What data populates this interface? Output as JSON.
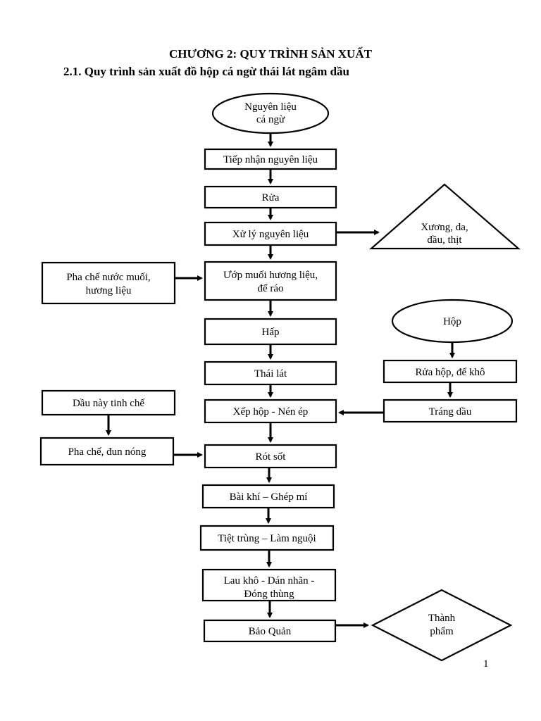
{
  "document": {
    "chapter_title": "CHƯƠNG 2: QUY TRÌNH SẢN XUẤT",
    "section_title": "2.1. Quy trình sản xuất đồ hộp cá ngừ thái lát ngâm dầu",
    "page_number": "1"
  },
  "flowchart": {
    "raw_material": [
      "Nguyên liệu",
      "cá ngừ"
    ],
    "steps": {
      "receive": "Tiếp nhận nguyên liệu",
      "wash": "Rửa",
      "process": "Xử lý nguyên liệu",
      "marinate": [
        "Ướp muối hương liệu,",
        "để ráo"
      ],
      "steam": "Hấp",
      "slice": "Thái lát",
      "pack": "Xếp hộp - Nén ép",
      "pour_sauce": "Rót sốt",
      "exhaust_seal": "Bài khí – Ghép mí",
      "sterilize_cool": "Tiệt trùng – Làm nguội",
      "dry_label_box": [
        "Lau khô - Dán nhãn -",
        "Đóng thùng"
      ],
      "storage": "Bảo Quản"
    },
    "byproduct": [
      "Xương, da,",
      "đầu, thịt"
    ],
    "brine_prep": [
      "Pha chế nước muối,",
      "hương liệu"
    ],
    "can_source": "Hộp",
    "can_wash": "Rửa hộp, để khô",
    "can_oil": "Tráng dầu",
    "oil_refined": "Dầu này tinh chế",
    "oil_prep": "Pha chế, đun nóng",
    "final_product": [
      "Thành",
      "phẩm"
    ]
  }
}
